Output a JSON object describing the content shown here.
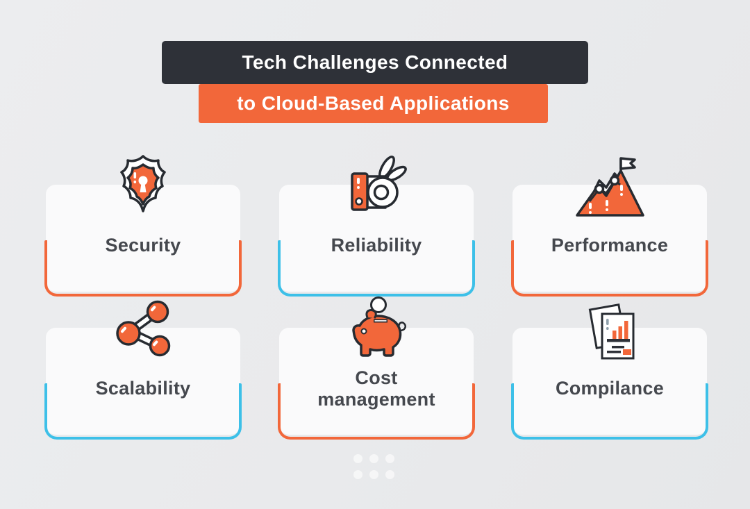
{
  "title": {
    "line1": "Tech Challenges Connected",
    "line2": "to Cloud-Based Applications"
  },
  "colors": {
    "accent_orange": "#F2673A",
    "accent_blue": "#3DC0E8",
    "title_bar_dark": "#2E3138",
    "background": "#EAEBED",
    "card_background": "#FAFAFB",
    "label_text": "#45484E",
    "title_text": "#FFFFFF"
  },
  "cards": [
    {
      "label": "Security",
      "icon": "shield-lock-icon",
      "accent": "orange"
    },
    {
      "label": "Reliability",
      "icon": "ok-hand-icon",
      "accent": "blue"
    },
    {
      "label": "Performance",
      "icon": "mountain-flag-icon",
      "accent": "orange"
    },
    {
      "label": "Scalability",
      "icon": "network-nodes-icon",
      "accent": "blue"
    },
    {
      "label": "Cost management",
      "icon": "piggy-bank-icon",
      "accent": "orange"
    },
    {
      "label": "Compilance",
      "icon": "report-documents-icon",
      "accent": "blue"
    }
  ],
  "decoration": {
    "dots_rows": 2,
    "dots_columns": 3
  }
}
